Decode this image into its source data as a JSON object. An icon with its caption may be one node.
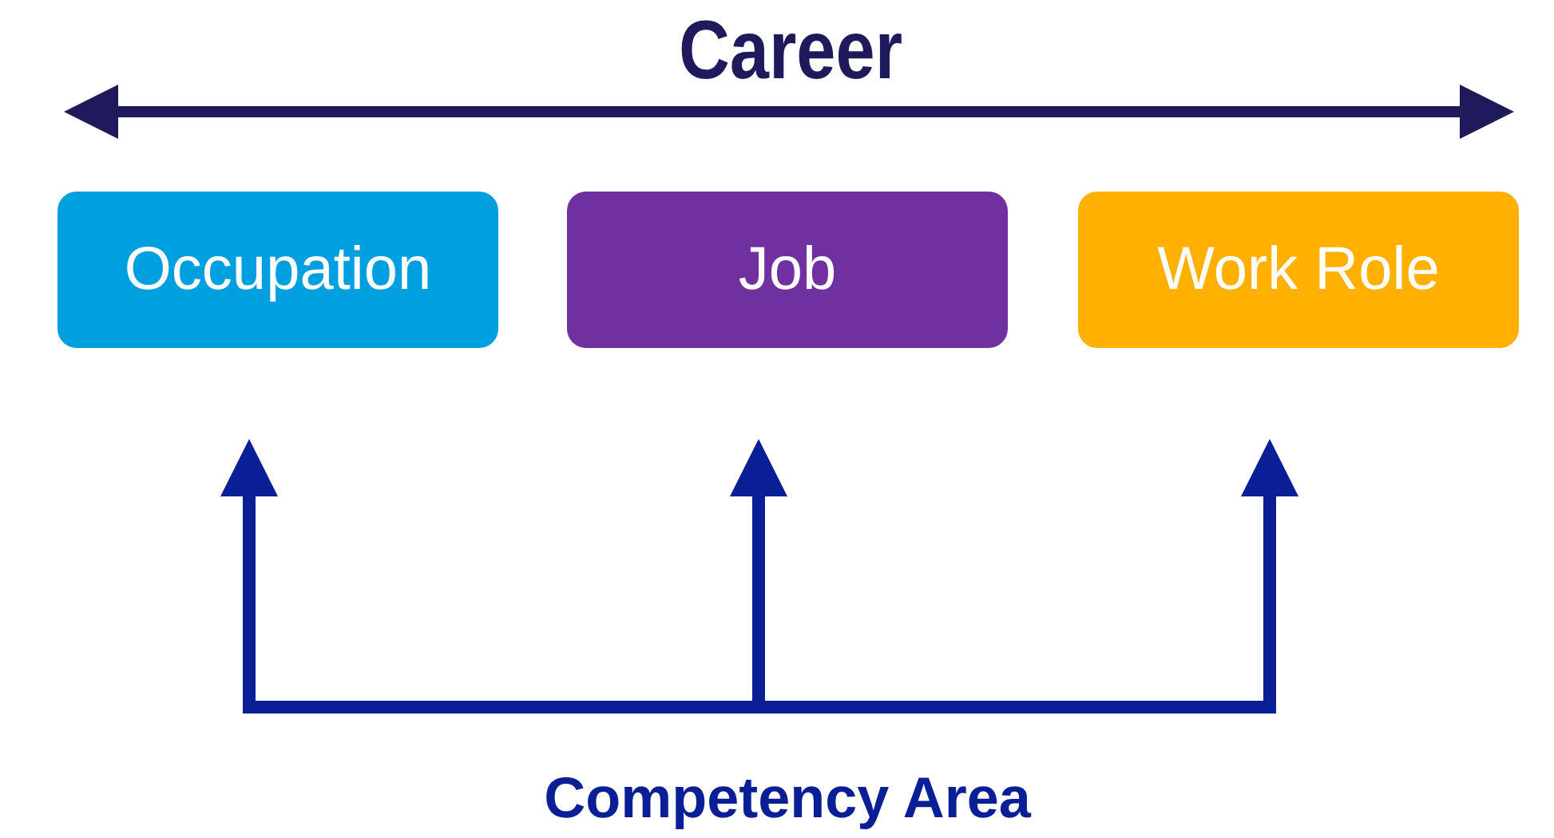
{
  "diagram": {
    "title": "Career",
    "nodes": [
      {
        "text": [
          "Occupation"
        ]
      },
      {
        "text": [
          "Job"
        ]
      },
      {
        "text": [
          "Work Role"
        ]
      },
      {
        "text": [
          "Competency Area"
        ]
      }
    ],
    "edges": [
      {
        "from": 3,
        "to": 0,
        "arrow": "to"
      },
      {
        "from": 3,
        "to": 1,
        "arrow": "to"
      },
      {
        "from": 3,
        "to": 2,
        "arrow": "to"
      }
    ]
  }
}
